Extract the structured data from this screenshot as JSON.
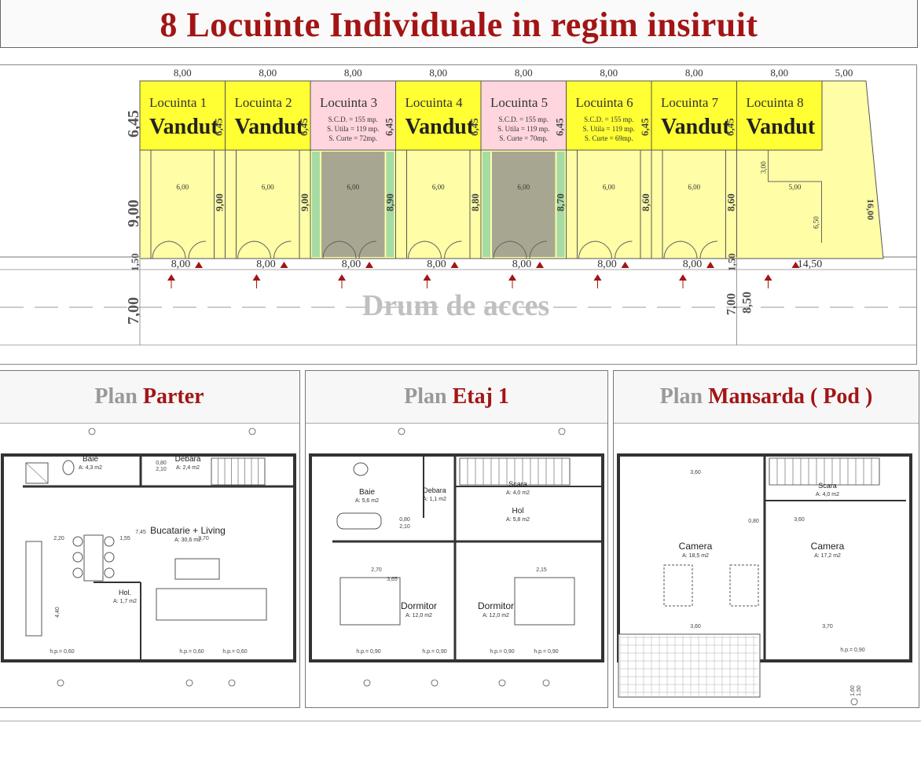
{
  "title": "8 Locuinte Individuale in regim insiruit",
  "lots": [
    {
      "name": "Locuinta 1",
      "status": "Vandut",
      "color": "#ffff33",
      "details": [],
      "depth": "9,00"
    },
    {
      "name": "Locuinta 2",
      "status": "Vandut",
      "color": "#ffff33",
      "details": [],
      "depth": "9,00"
    },
    {
      "name": "Locuinta 3",
      "status": "",
      "color": "#ffd6dd",
      "details": [
        "S.C.D. = 155 mp.",
        "S. Utila = 119 mp.",
        "S. Curte = 72mp."
      ],
      "depth": "8,90"
    },
    {
      "name": "Locuinta 4",
      "status": "Vandut",
      "color": "#ffff33",
      "details": [],
      "depth": "8,80"
    },
    {
      "name": "Locuinta 5",
      "status": "",
      "color": "#ffd6dd",
      "details": [
        "S.C.D. = 155 mp.",
        "S. Utila = 119 mp.",
        "S. Curte = 70mp."
      ],
      "depth": "8,70"
    },
    {
      "name": "Locuinta 6",
      "status": "",
      "color": "#ffff33",
      "details": [
        "S.C.D. = 155 mp.",
        "S. Utila = 119 mp.",
        "S. Curte = 69mp."
      ],
      "depth": "8,60"
    },
    {
      "name": "Locuinta 7",
      "status": "Vandut",
      "color": "#ffff33",
      "details": [],
      "depth": "8,60"
    },
    {
      "name": "Locuinta 8",
      "status": "Vandut",
      "color": "#ffff33",
      "details": [],
      "depth": ""
    }
  ],
  "site": {
    "lot_width": "8,00",
    "extra_width": "5,00",
    "front_depth": "6,45",
    "yard_depth": "9,00",
    "inner_width": "6,00",
    "bottom_width_last": "14,50",
    "setback": "1,50",
    "road_width_left": "7,00",
    "road_width_right": "7,00",
    "road_extra": "8,50",
    "side_depth": "16,00",
    "lot8_inner_w": "5,00",
    "lot8_inner_h": "3,00",
    "lot8_inner_d": "6,50",
    "road_label": "Drum de acces"
  },
  "plans": [
    {
      "title_grey": "Plan",
      "title_red": "Parter",
      "rooms": [
        {
          "name": "Baie",
          "area": "A: 4,3 m2"
        },
        {
          "name": "Debara",
          "area": "A: 2,4 m2"
        },
        {
          "name": "Bucatarie + Living",
          "area": "A: 30,6 m2"
        },
        {
          "name": "Hol.",
          "area": "A: 1,7 m2"
        }
      ],
      "dims": [
        "7,45",
        "2,20",
        "1,55",
        "3,70",
        "4,40",
        "h.p.= 0,60",
        "h.p.= 0,60",
        "h.p.= 0,60",
        "2,10",
        "0,80"
      ]
    },
    {
      "title_grey": "Plan",
      "title_red": "Etaj 1",
      "rooms": [
        {
          "name": "Baie",
          "area": "A: 5,6 m2"
        },
        {
          "name": "Debara",
          "area": "A: 1,1 m2"
        },
        {
          "name": "Scara",
          "area": "A: 4,0 m2"
        },
        {
          "name": "Hol",
          "area": "A: 5,8 m2"
        },
        {
          "name": "Dormitor",
          "area": "A: 12,0 m2"
        },
        {
          "name": "Dormitor",
          "area": "A: 12,0 m2"
        }
      ],
      "dims": [
        "2,70",
        "3,65",
        "2,15",
        "h.p.= 0,90",
        "h.p.= 0,90",
        "h.p.= 0,90",
        "h.p.= 0,90",
        "0,80",
        "2,10"
      ]
    },
    {
      "title_grey": "Plan",
      "title_red": "Mansarda ( Pod )",
      "rooms": [
        {
          "name": "Camera",
          "area": "A: 18,5 m2"
        },
        {
          "name": "Camera",
          "area": "A: 17,2 m2"
        },
        {
          "name": "Scara",
          "area": "A: 4,0 m2"
        }
      ],
      "dims": [
        "3,60",
        "3,60",
        "3,60",
        "3,70",
        "h.p.= 0,90",
        "0,80",
        "1,60",
        "1,50"
      ]
    }
  ]
}
